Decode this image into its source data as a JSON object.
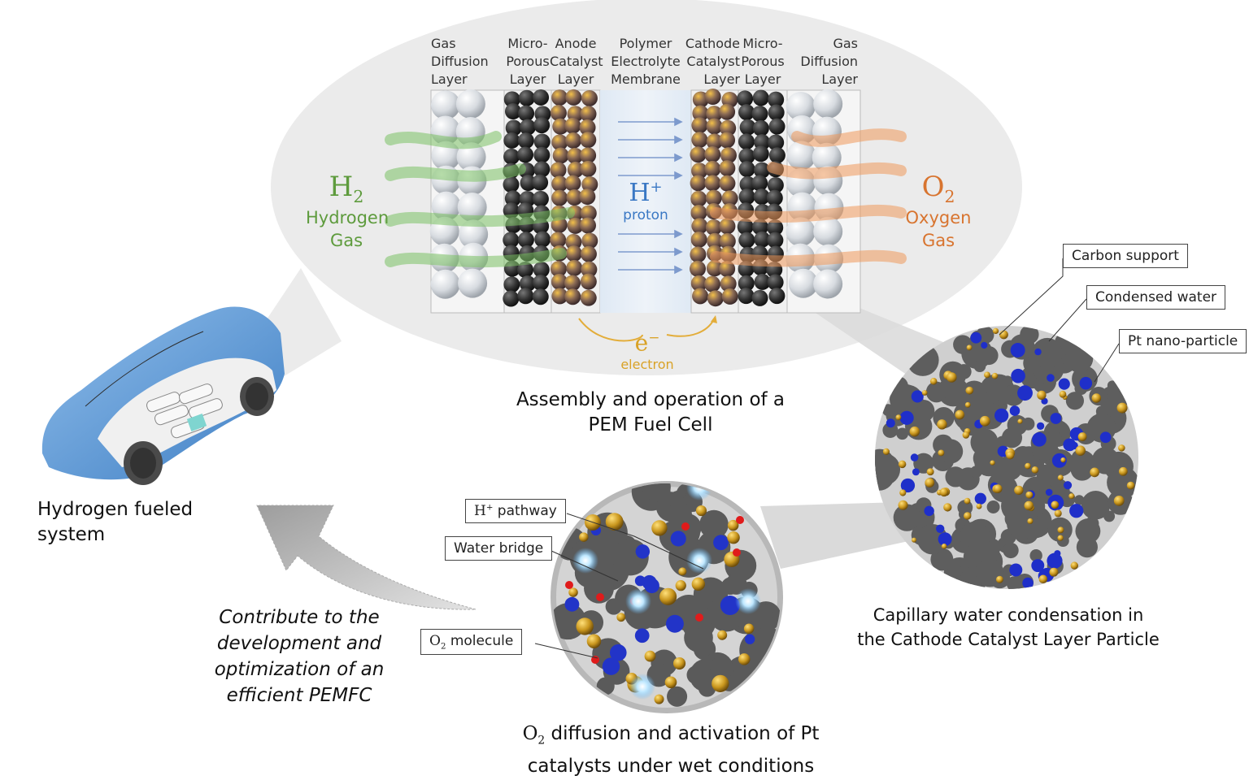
{
  "layers": {
    "gdl_left": "Gas\nDiffusion\nLayer",
    "mpl_left": "Micro-\nPorous\nLayer",
    "acl": "Anode\nCatalyst\nLayer",
    "pem": "Polymer\nElectrolyte\nMembrane",
    "ccl": "Cathode\nCatalyst\nLayer",
    "mpl_right": "Micro-\nPorous\nLayer",
    "gdl_right": "Gas\nDiffusion\nLayer"
  },
  "species": {
    "h2_base": "H",
    "h2_sub": "2",
    "h2_name_line1": "Hydrogen",
    "h2_name_line2": "Gas",
    "o2_base": "O",
    "o2_sub": "2",
    "o2_name_line1": "Oxygen",
    "o2_name_line2": "Gas",
    "proton_base": "H",
    "proton_sup": "+",
    "proton_name": "proton",
    "electron_base": "e",
    "electron_sup": "−",
    "electron_name": "electron"
  },
  "captions": {
    "fuel_cell_line1": "Assembly and operation of a",
    "fuel_cell_line2": "PEM Fuel Cell",
    "vehicle_line1": "Hydrogen fueled",
    "vehicle_line2": "system",
    "capillary_line1": "Capillary water condensation in",
    "capillary_line2": "the Cathode Catalyst Layer Particle",
    "o2_diff_o": "O",
    "o2_diff_sub": "2",
    "o2_diff_rest": " diffusion and activation of Pt",
    "o2_diff_line2": "catalysts under wet conditions",
    "contribute_line1": "Contribute to the",
    "contribute_line2": "development and",
    "contribute_line3": "optimization of an",
    "contribute_line4": "efficient PEMFC"
  },
  "callouts": {
    "carbon_support": "Carbon support",
    "condensed_water": "Condensed water",
    "pt_nano": "Pt nano-particle",
    "h_pathway_base": "H",
    "h_pathway_sup": "+",
    "h_pathway_rest": " pathway",
    "water_bridge": "Water bridge",
    "o2_mol_base": "O",
    "o2_mol_sub": "2",
    "o2_mol_rest": " molecule"
  },
  "colors": {
    "hydrogen": "#5e9b3d",
    "oxygen": "#d8742f",
    "proton": "#3a78c4",
    "electron": "#d9a227",
    "bubble": "#ececec",
    "car_body": "#5b9ad8"
  }
}
